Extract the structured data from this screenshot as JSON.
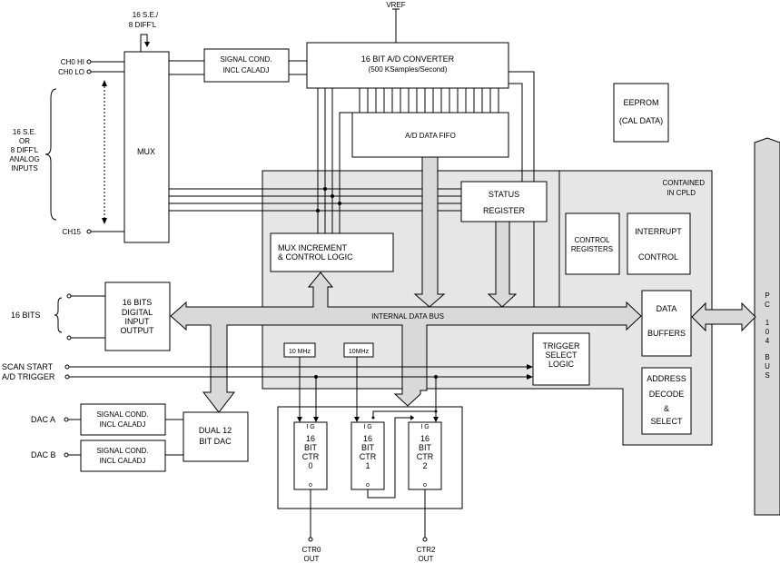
{
  "labels": {
    "vref": "VREF",
    "se_diff_1": "16 S.E./",
    "se_diff_2": "8 DIFF'L",
    "ch0_hi": "CH0 HI",
    "ch0_lo": "CH0 LO",
    "ch15": "CH15",
    "analog_1": "16 S.E.",
    "analog_2": "OR",
    "analog_3": "8 DIFF'L",
    "analog_4": "ANALOG",
    "analog_5": "INPUTS",
    "mux": "MUX",
    "sigcond_1": "SIGNAL COND.",
    "sigcond_2": "INCL CALADJ",
    "adc_1": "16 BIT A/D CONVERTER",
    "adc_2": "(500  KSamples/Second)",
    "eeprom_1": "EEPROM",
    "eeprom_2": "(CAL DATA)",
    "fifo": "A/D  DATA  FIFO",
    "cpld_1": "CONTAINED",
    "cpld_2": "IN CPLD",
    "status_1": "STATUS",
    "status_2": "REGISTER",
    "ctrlreg_1": "CONTROL",
    "ctrlreg_2": "REGISTERS",
    "interrupt_1": "INTERRUPT",
    "interrupt_2": "CONTROL",
    "muxinc_1": "MUX INCREMENT",
    "muxinc_2": "& CONTROL LOGIC",
    "bits16": "16 BITS",
    "dio_1": "16 BITS",
    "dio_2": "DIGITAL",
    "dio_3": "INPUT",
    "dio_4": "OUTPUT",
    "internal_bus": "INTERNAL DATA BUS",
    "data_buf_1": "DATA",
    "data_buf_2": "BUFFERS",
    "pc104": [
      "P",
      "C",
      "",
      "1",
      "0",
      "4",
      "",
      "B",
      "U",
      "S"
    ],
    "addr_1": "ADDRESS",
    "addr_2": "DECODE",
    "addr_3": "&",
    "addr_4": "SELECT",
    "scan_start": "SCAN START",
    "ad_trigger": "A/D TRIGGER",
    "clk1": "10 MHz",
    "clk2": "10MHz",
    "trig_1": "TRIGGER",
    "trig_2": "SELECT",
    "trig_3": "LOGIC",
    "dac_a": "DAC  A",
    "dac_b": "DAC  B",
    "dac_1": "DUAL 12",
    "dac_2": "BIT DAC",
    "ctr_ig": "I  G",
    "ctr_o": "o",
    "ctr0": [
      "16",
      "BIT",
      "CTR",
      "0"
    ],
    "ctr1": [
      "16",
      "BIT",
      "CTR",
      "1"
    ],
    "ctr2": [
      "16",
      "BIT",
      "CTR",
      "2"
    ],
    "ctr0_out_1": "CTR0",
    "ctr0_out_2": "OUT",
    "ctr2_out_1": "CTR2",
    "ctr2_out_2": "OUT"
  }
}
